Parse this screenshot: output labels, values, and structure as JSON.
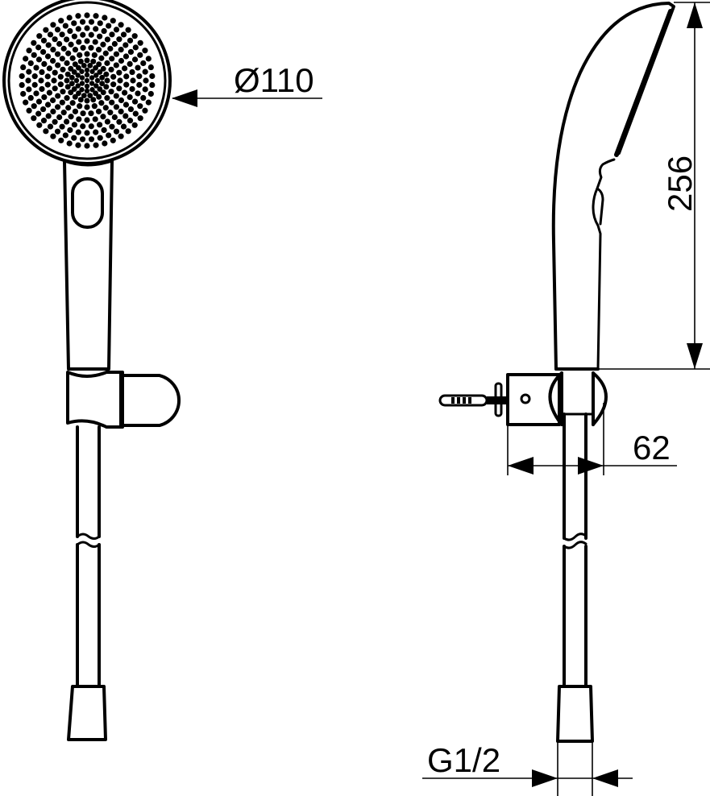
{
  "drawing": {
    "title": "Hand shower set with wall bracket and hose - dimension drawing",
    "background_color": "#ffffff",
    "line_color": "#000000",
    "views": [
      {
        "name": "front-view",
        "description": "Hand shower front view with round spray face, handle, wall bracket and hose"
      },
      {
        "name": "side-view",
        "description": "Hand shower side profile with wall bracket, anchor screw and hose"
      }
    ],
    "dimensions": {
      "diameter": {
        "label": "Ø110",
        "value": 110,
        "unit": "mm",
        "description": "Spray face diameter"
      },
      "height": {
        "label": "256",
        "value": 256,
        "unit": "mm",
        "description": "Hand shower length"
      },
      "projection": {
        "label": "62",
        "value": 62,
        "unit": "mm",
        "description": "Bracket wall projection"
      },
      "thread": {
        "label": "G1/2",
        "description": "Hose connection thread"
      }
    }
  }
}
